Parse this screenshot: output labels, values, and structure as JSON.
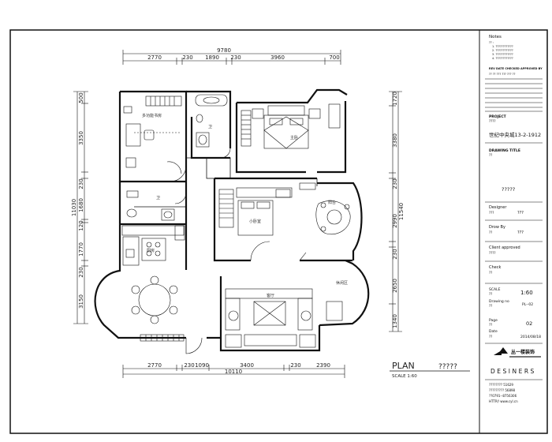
{
  "title_block": {
    "notes_heading": "Notes",
    "notes_lines": [
      "?? :",
      "1. ????????????",
      "2. ????????????",
      "3. ????????????",
      "4. ????????????"
    ],
    "revision_heading": "REV DATE CHECKED APPROVED BY",
    "revision_row": "?? ?? ??? ??? ??? ??",
    "project_label": "PROJECT",
    "project_sub": "????",
    "project_name": "世纪中央城13-2-1912",
    "drawing_title_label": "DRAWING TITLE",
    "drawing_title_sub": "??",
    "drawing_title_value": "?????",
    "designer_label": "Designer",
    "designer_sub": "???",
    "designer_value": "???",
    "draw_by_label": "Drow By",
    "draw_by_sub": "??",
    "draw_by_value": "???",
    "client_label": "Client approved",
    "client_sub": "????",
    "check_label": "Check",
    "check_sub": "??",
    "scale_label": "SCALE",
    "scale_sub": "??",
    "scale_value": "1:60",
    "drawing_no_label": "Drawing no",
    "drawing_no_sub": "??",
    "drawing_no_value": "PL--02",
    "page_label": "Page",
    "page_sub": "??",
    "page_value": "02",
    "date_label": "Date",
    "date_sub": "??",
    "date_value": "2014/08/18",
    "company_name": "丛一楼装饰",
    "company_tagline": "DESINERS",
    "contact_lines": [
      "???????? 51629",
      "????????? 56898",
      "??0791--8756306",
      "HTTP// www.cyl.cn"
    ]
  },
  "plan": {
    "label": "PLAN",
    "label_suffix": "?????",
    "scale_text": "SCALE  1:60"
  },
  "dimensions": {
    "top_total": "9780",
    "top_segments": [
      "2770",
      "230",
      "1890",
      "230",
      "3960",
      "700"
    ],
    "bottom_segments": [
      "2770",
      "230",
      "1090",
      "3400",
      "230",
      "2390"
    ],
    "bottom_total": "10110",
    "left_total": "11030",
    "left_segments": [
      "500",
      "3350",
      "230",
      "1680",
      "120",
      "1770",
      "230",
      "3150"
    ],
    "right_total": "11540",
    "right_segments": [
      "1720",
      "3380",
      "230",
      "2990",
      "230",
      "2650",
      "1340"
    ]
  },
  "rooms": {
    "multi_room": "多功能书房",
    "bath_1": "卫",
    "bath_2": "卫",
    "master_bedroom": "主卧",
    "bedroom": "小卧室",
    "kitchen": "厨房",
    "living": "客厅",
    "balcony": "阳台",
    "leisure": "休闲区"
  }
}
